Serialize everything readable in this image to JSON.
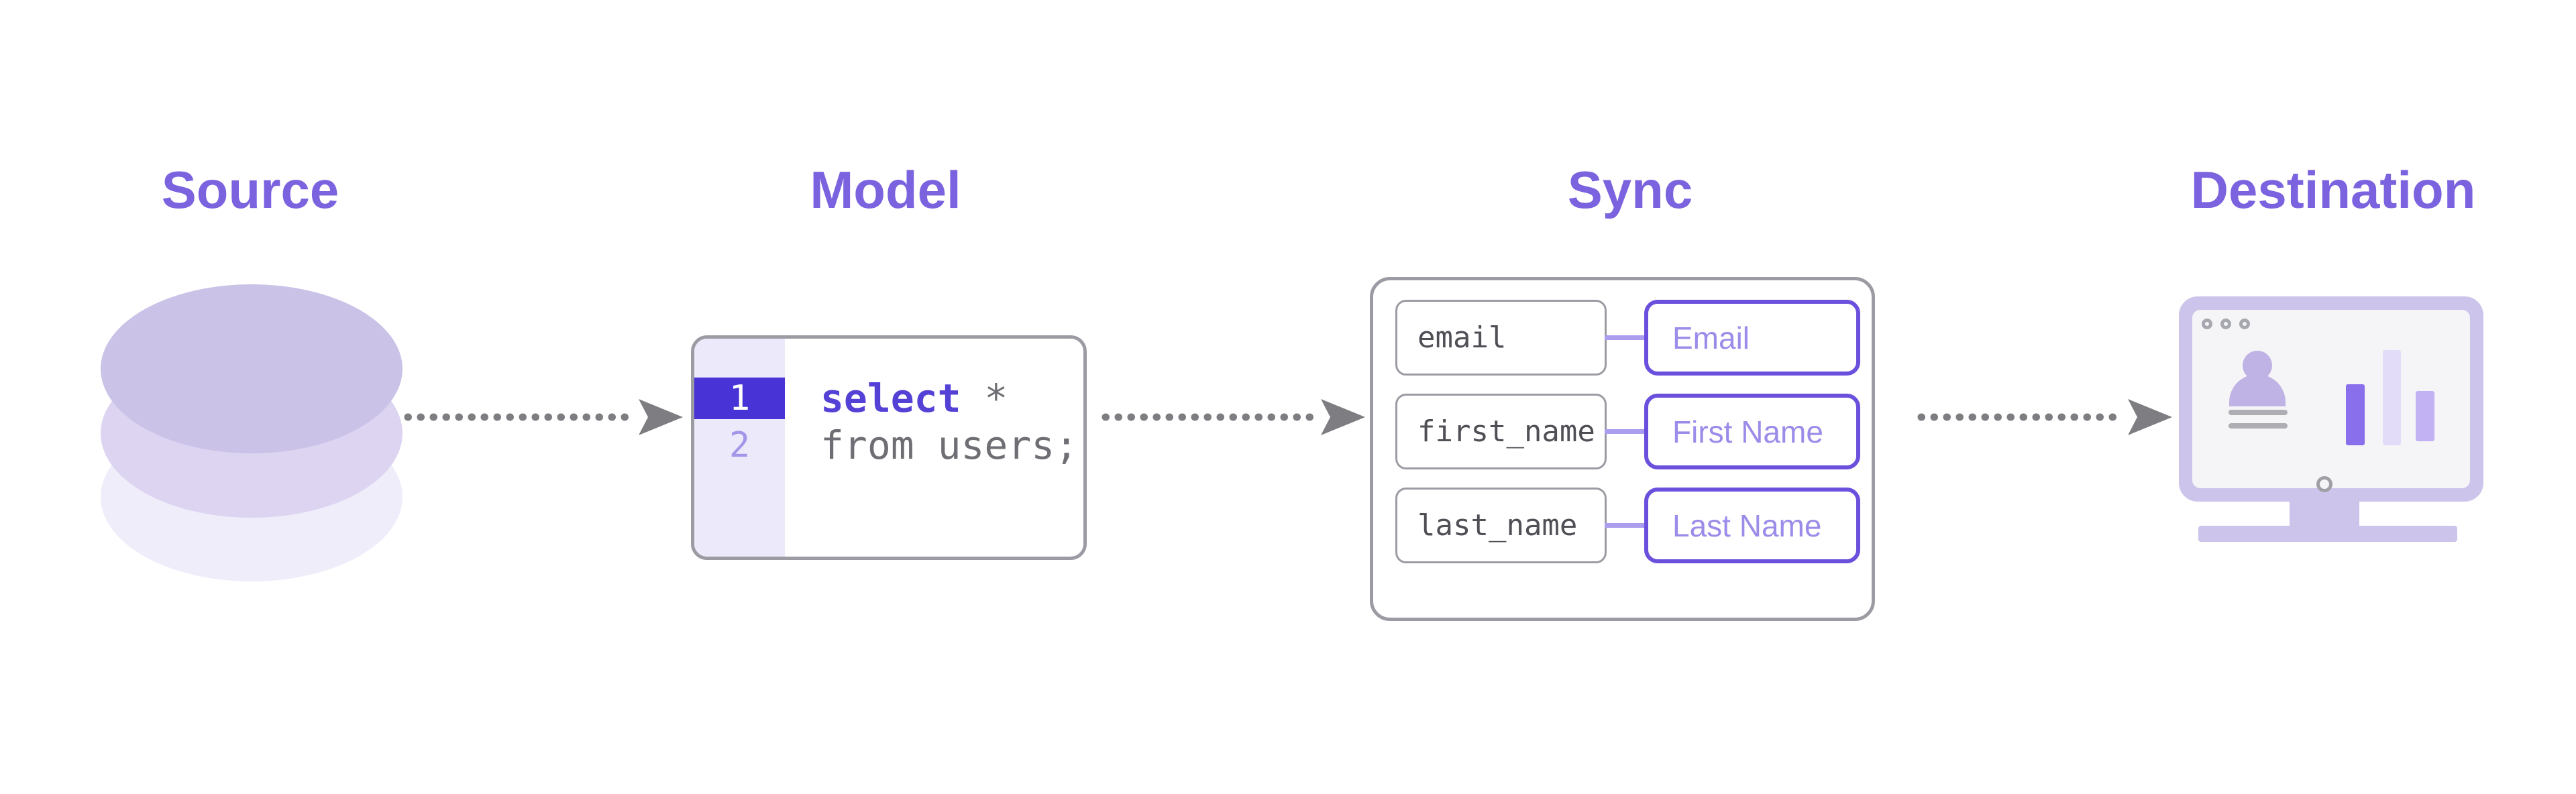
{
  "diagram": {
    "stages": [
      {
        "label": "Source"
      },
      {
        "label": "Model"
      },
      {
        "label": "Sync"
      },
      {
        "label": "Destination"
      }
    ]
  },
  "model": {
    "lines": [
      {
        "number": "1",
        "keyword": "select",
        "rest": " *"
      },
      {
        "number": "2",
        "code": "from users;"
      }
    ]
  },
  "sync": {
    "rows": [
      {
        "source": "email",
        "target": "Email"
      },
      {
        "source": "first_name",
        "target": "First Name"
      },
      {
        "source": "last_name",
        "target": "Last Name"
      }
    ]
  },
  "icons": {
    "source": "database-cylinder-icon",
    "arrows": "dotted-arrow-right-icon",
    "destination": "monitor-with-avatar-and-bar-chart-icon"
  },
  "colors": {
    "heading": "#7B62DF",
    "line_highlight": "#4733D6",
    "keyword": "#5441D6",
    "code_text": "#6E6E74",
    "gutter_bg": "#ECE9FA",
    "line_number_inactive": "#A396E9",
    "box_border": "#9B9BA3",
    "arrow": "#7D7D82",
    "mapping_pill_border": "#6A50DC",
    "mapping_pill_text": "#9C8BE9",
    "connector": "#AC9DEF",
    "db_top": "#CBC2E8",
    "db_middle": "#DCD4F1",
    "db_bottom": "#F0EDFB",
    "monitor_frame": "#CDC4EB",
    "screen_bg": "#F5F4F7",
    "avatar": "#BFB2E5",
    "bar_dark": "#8A6FEC",
    "bar_light": "#E3DCF9",
    "bar_medium": "#C2B2F3"
  }
}
